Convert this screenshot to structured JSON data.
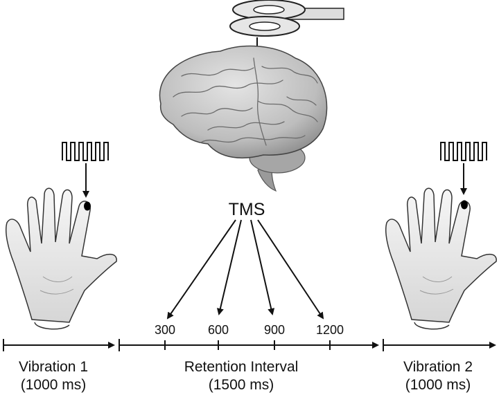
{
  "tms": {
    "label": "TMS"
  },
  "ticks": [
    {
      "label": "300"
    },
    {
      "label": "600"
    },
    {
      "label": "900"
    },
    {
      "label": "1200"
    }
  ],
  "phases": [
    {
      "name": "Vibration 1",
      "duration": "(1000 ms)"
    },
    {
      "name": "Retention Interval",
      "duration": "(1500 ms)"
    },
    {
      "name": "Vibration 2",
      "duration": "(1000 ms)"
    }
  ],
  "icons": {
    "coil": "tms-coil-icon",
    "brain": "brain-icon",
    "hand_left": "hand-icon",
    "hand_right": "hand-icon",
    "vibration": "square-wave-icon"
  }
}
